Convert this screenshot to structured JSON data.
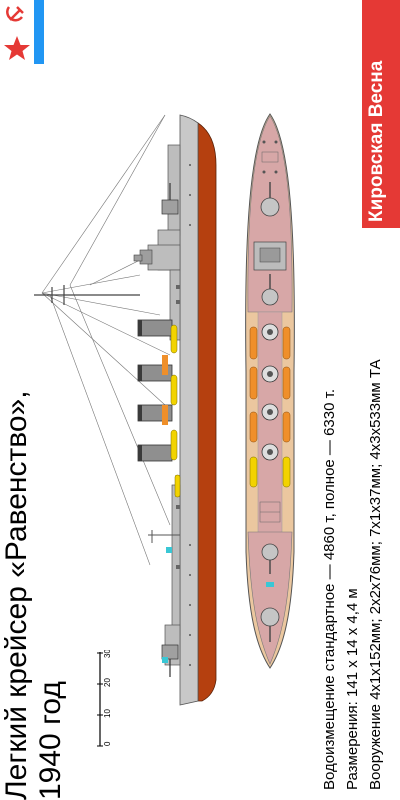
{
  "title": {
    "line1": "Легкий крейсер «Равенство»,",
    "line2": "1940 год"
  },
  "specs": {
    "displacement": "Водоизмещение стандартное — 4860 т, полное — 6330 т.",
    "dimensions": "Размерения: 141 х 14 х 4,4 м",
    "armament": "Вооружение 4х1х152мм; 2х2х76мм; 7х1х37мм; 4х3х533мм ТА"
  },
  "series": {
    "label": "Кировская Весна",
    "color": "#e53935"
  },
  "scale": {
    "ticks": [
      "0",
      "10",
      "20",
      "30м"
    ]
  },
  "colors": {
    "hull_gray": "#c8c8c8",
    "hull_red": "#b5400f",
    "deck_pink": "#d7a7a7",
    "deck_wood": "#ebc79f",
    "flag_blue": "#2196f3",
    "flag_red": "#e53935",
    "accent_yellow": "#f2d300",
    "accent_cyan": "#39c7d5"
  }
}
